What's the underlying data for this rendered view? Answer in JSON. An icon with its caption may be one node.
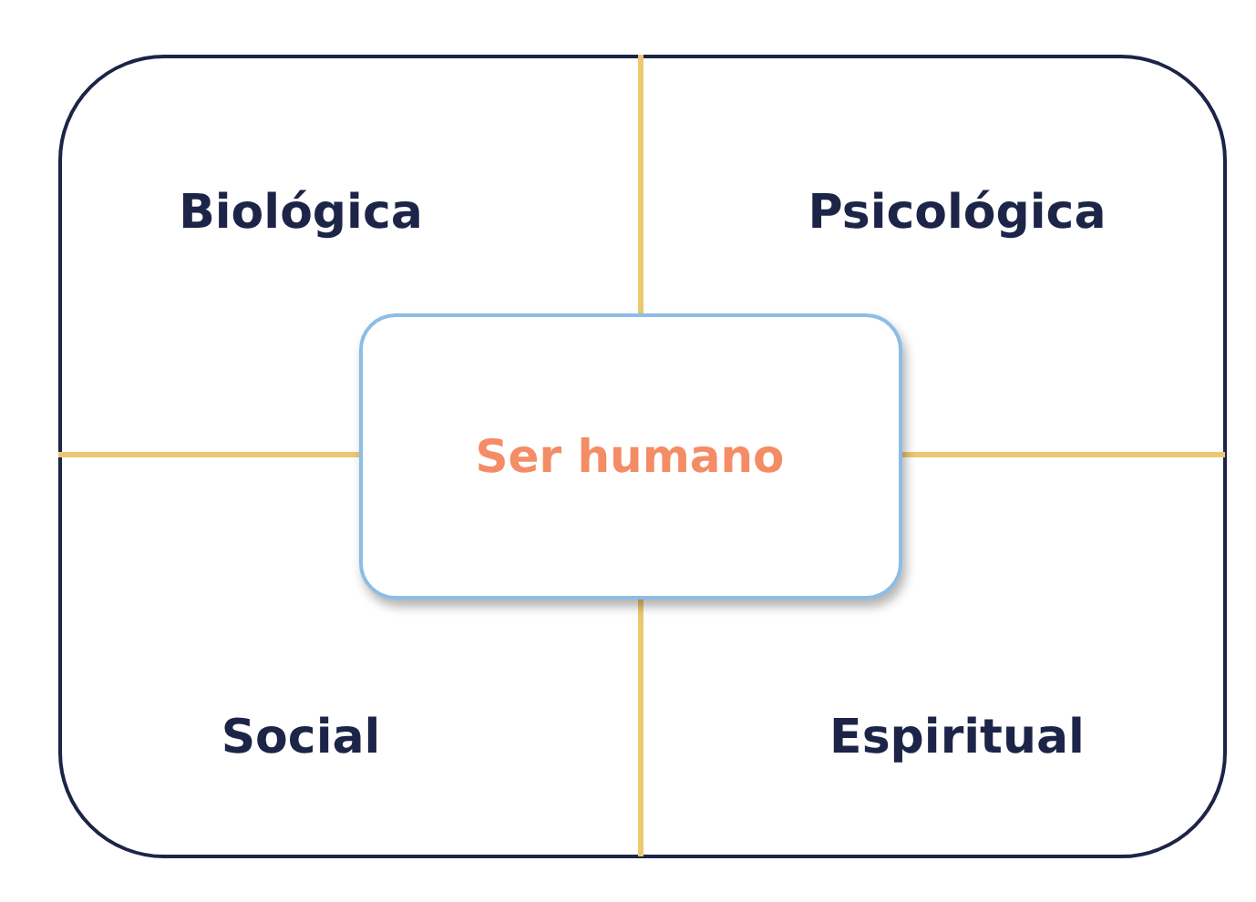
{
  "diagram": {
    "nodes": [
      {
        "text": [],
        "shape": "box"
      },
      {
        "text": [
          "Ser humano"
        ],
        "in": 0
      }
    ],
    "labels": [
      "Biológica",
      "Psicológica",
      "Social",
      "Espiritual"
    ]
  }
}
